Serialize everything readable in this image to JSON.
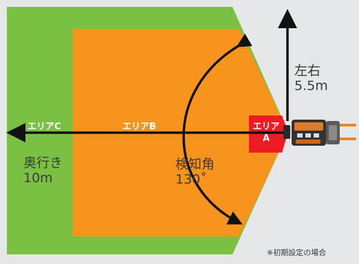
{
  "areas": {
    "c_label": "エリアC",
    "b_label": "エリアB",
    "a_line1": "エリア",
    "a_line2": "A"
  },
  "measurements": {
    "depth_label": "奥行き",
    "depth_value": "10m",
    "width_label": "左右",
    "width_value": "5.5m",
    "angle_label": "検知角",
    "angle_value": "130˚"
  },
  "note": "※初期設定の場合",
  "colors": {
    "background": "#e6e7e8",
    "area_c": "#7ac143",
    "area_b": "#f7941d",
    "area_a": "#ed1c24",
    "arrows": "#111111"
  },
  "icons": {
    "sensor": "sensor-device-icon"
  }
}
